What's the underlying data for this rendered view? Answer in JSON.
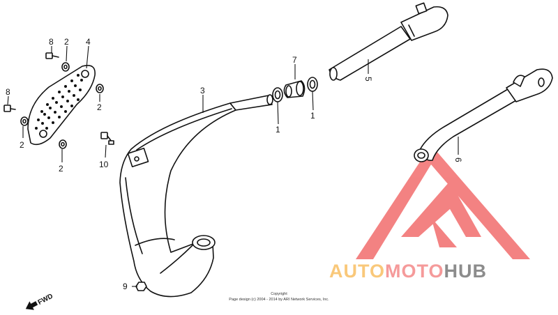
{
  "callouts": [
    {
      "id": "c8a",
      "label": "8"
    },
    {
      "id": "c2a",
      "label": "2"
    },
    {
      "id": "c4",
      "label": "4"
    },
    {
      "id": "c8b",
      "label": "8"
    },
    {
      "id": "c2b",
      "label": "2"
    },
    {
      "id": "c2c",
      "label": "2"
    },
    {
      "id": "c2d",
      "label": "2"
    },
    {
      "id": "c10",
      "label": "10"
    },
    {
      "id": "c3",
      "label": "3"
    },
    {
      "id": "c7",
      "label": "7"
    },
    {
      "id": "c1a",
      "label": "1"
    },
    {
      "id": "c1b",
      "label": "1"
    },
    {
      "id": "c5",
      "label": "5"
    },
    {
      "id": "c6",
      "label": "6"
    },
    {
      "id": "c9",
      "label": "9"
    }
  ],
  "fwd_label": "FWD",
  "copyright": {
    "line1": "Copyright",
    "line2": "Page design (c) 2004 - 2014 by ARI Network Services, Inc."
  },
  "watermark": {
    "part1": "AUTO",
    "part2": "MOTO",
    "part3": "HUB",
    "color_orange": "#f9c87a",
    "color_pink": "#f59a9a",
    "color_gray": "#8c8c8c",
    "color_logo": "#f26d6d"
  }
}
